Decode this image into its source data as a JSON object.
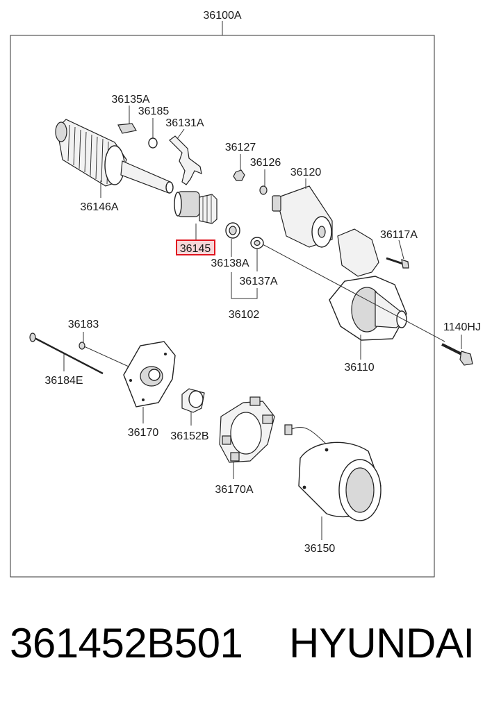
{
  "diagram": {
    "assembly_label": "36100A",
    "highlighted_part": "36145",
    "parts": {
      "p36135A": "36135A",
      "p36185": "36185",
      "p36131A": "36131A",
      "p36127": "36127",
      "p36126": "36126",
      "p36120": "36120",
      "p36146A": "36146A",
      "p36145": "36145",
      "p36138A": "36138A",
      "p36137A": "36137A",
      "p36102": "36102",
      "p36117A": "36117A",
      "p36183": "36183",
      "p1140HJ": "1140HJ",
      "p36110": "36110",
      "p36184E": "36184E",
      "p36170": "36170",
      "p36152B": "36152B",
      "p36170A": "36170A",
      "p36150": "36150"
    }
  },
  "footer": {
    "part_number": "361452B501",
    "brand": "HYUNDAI"
  },
  "colors": {
    "highlight_border": "#e0141e",
    "highlight_fill": "#f6d6d8"
  }
}
